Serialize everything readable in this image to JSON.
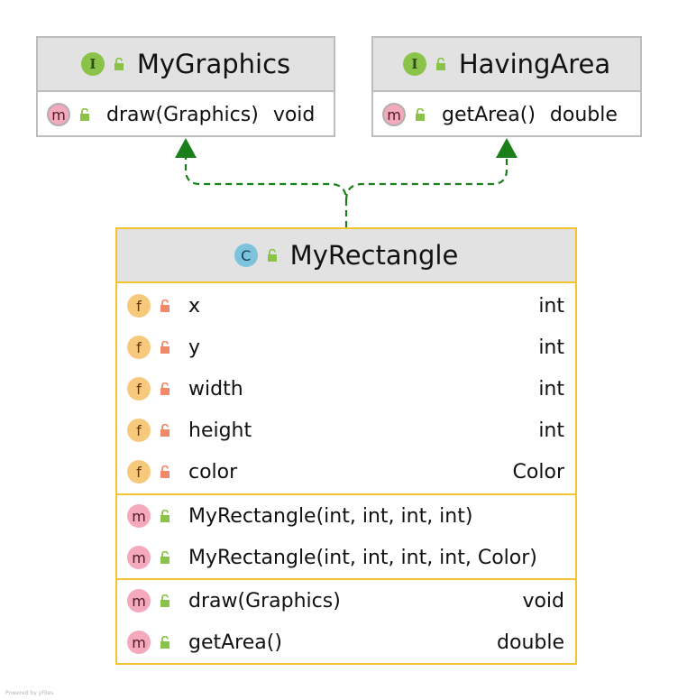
{
  "diagram": {
    "interfaces": [
      {
        "badge": "I",
        "name": "MyGraphics",
        "methods": [
          {
            "badge": "m",
            "name": "draw(Graphics)",
            "type": "void"
          }
        ]
      },
      {
        "badge": "I",
        "name": "HavingArea",
        "methods": [
          {
            "badge": "m",
            "name": "getArea()",
            "type": "double"
          }
        ]
      }
    ],
    "class": {
      "badge": "C",
      "name": "MyRectangle",
      "fields": [
        {
          "badge": "f",
          "name": "x",
          "type": "int"
        },
        {
          "badge": "f",
          "name": "y",
          "type": "int"
        },
        {
          "badge": "f",
          "name": "width",
          "type": "int"
        },
        {
          "badge": "f",
          "name": "height",
          "type": "int"
        },
        {
          "badge": "f",
          "name": "color",
          "type": "Color"
        }
      ],
      "constructors": [
        {
          "badge": "m",
          "name": "MyRectangle(int, int, int, int)"
        },
        {
          "badge": "m",
          "name": "MyRectangle(int, int, int, int, Color)"
        }
      ],
      "methods": [
        {
          "badge": "m",
          "name": "draw(Graphics)",
          "type": "void"
        },
        {
          "badge": "m",
          "name": "getArea()",
          "type": "double"
        }
      ]
    },
    "relations": [
      {
        "from": "MyRectangle",
        "to": "MyGraphics",
        "kind": "implements"
      },
      {
        "from": "MyRectangle",
        "to": "HavingArea",
        "kind": "implements"
      }
    ],
    "colors": {
      "interface_border": "#bdbdbd",
      "class_border": "#f4c430",
      "header_bg": "#e2e2e2",
      "arrow": "#1a7f1a",
      "public_lock": "#8bc34a",
      "private_lock": "#f0896a"
    },
    "footer": "Powered by yFiles"
  }
}
